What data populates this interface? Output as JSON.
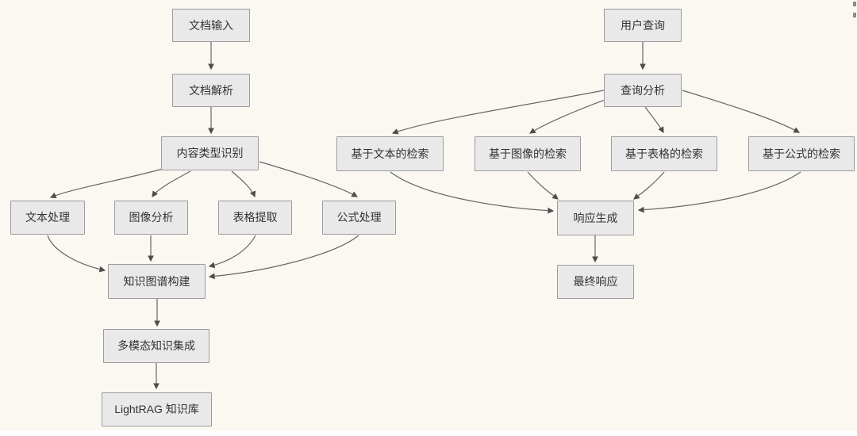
{
  "diagram": {
    "type": "flowchart",
    "background_color": "#fbf8f2",
    "node_fill": "#e9e9e9",
    "node_border": "#9b9b9b",
    "edge_color": "#666666",
    "arrowhead_color": "#4d4d4d",
    "nodes": {
      "doc_input": {
        "label": "文档输入"
      },
      "doc_parse": {
        "label": "文档解析"
      },
      "content_type": {
        "label": "内容类型识别"
      },
      "text_process": {
        "label": "文本处理"
      },
      "image_analysis": {
        "label": "图像分析"
      },
      "table_extract": {
        "label": "表格提取"
      },
      "formula_process": {
        "label": "公式处理"
      },
      "kg_build": {
        "label": "知识图谱构建"
      },
      "multimodal_integration": {
        "label": "多模态知识集成"
      },
      "lightrag_kb": {
        "label": "LightRAG 知识库"
      },
      "user_query": {
        "label": "用户查询"
      },
      "query_analysis": {
        "label": "查询分析"
      },
      "text_retrieval": {
        "label": "基于文本的检索"
      },
      "image_retrieval": {
        "label": "基于图像的检索"
      },
      "table_retrieval": {
        "label": "基于表格的检索"
      },
      "formula_retrieval": {
        "label": "基于公式的检索"
      },
      "response_gen": {
        "label": "响应生成"
      },
      "final_response": {
        "label": "最终响应"
      }
    },
    "edges": [
      {
        "from": "文档输入",
        "to": "文档解析"
      },
      {
        "from": "文档解析",
        "to": "内容类型识别"
      },
      {
        "from": "内容类型识别",
        "to": "文本处理"
      },
      {
        "from": "内容类型识别",
        "to": "图像分析"
      },
      {
        "from": "内容类型识别",
        "to": "表格提取"
      },
      {
        "from": "内容类型识别",
        "to": "公式处理"
      },
      {
        "from": "文本处理",
        "to": "知识图谱构建"
      },
      {
        "from": "图像分析",
        "to": "知识图谱构建"
      },
      {
        "from": "表格提取",
        "to": "知识图谱构建"
      },
      {
        "from": "公式处理",
        "to": "知识图谱构建"
      },
      {
        "from": "知识图谱构建",
        "to": "多模态知识集成"
      },
      {
        "from": "多模态知识集成",
        "to": "LightRAG 知识库"
      },
      {
        "from": "用户查询",
        "to": "查询分析"
      },
      {
        "from": "查询分析",
        "to": "基于文本的检索"
      },
      {
        "from": "查询分析",
        "to": "基于图像的检索"
      },
      {
        "from": "查询分析",
        "to": "基于表格的检索"
      },
      {
        "from": "查询分析",
        "to": "基于公式的检索"
      },
      {
        "from": "基于文本的检索",
        "to": "响应生成"
      },
      {
        "from": "基于图像的检索",
        "to": "响应生成"
      },
      {
        "from": "基于表格的检索",
        "to": "响应生成"
      },
      {
        "from": "基于公式的检索",
        "to": "响应生成"
      },
      {
        "from": "响应生成",
        "to": "最终响应"
      }
    ]
  }
}
